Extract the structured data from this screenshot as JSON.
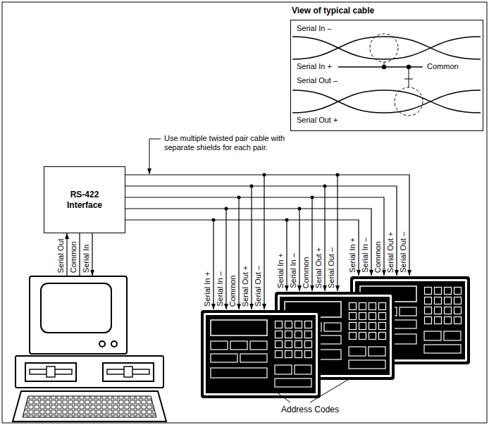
{
  "diagram": {
    "nodes": [
      {
        "text": [
          "View of typical cable"
        ]
      },
      {
        "text": [
          "RS-422 Interface"
        ]
      }
    ],
    "labels": [
      "Use multiple twisted pair cable with separate shields for each pair.",
      "Serial In –",
      "Serial In +",
      "Common",
      "Serial Out –",
      "Serial Out +",
      "Serial Out",
      "Common",
      "Serial In",
      "Serial In +",
      "Serial In –",
      "Common",
      "Serial Out +",
      "Serial Out –",
      "Serial In +",
      "Serial In –",
      "Common",
      "Serial Out +",
      "Serial Out –",
      "Serial In +",
      "Serial In –",
      "Common",
      "Serial Out +",
      "Serial Out –",
      "Address Codes"
    ]
  }
}
